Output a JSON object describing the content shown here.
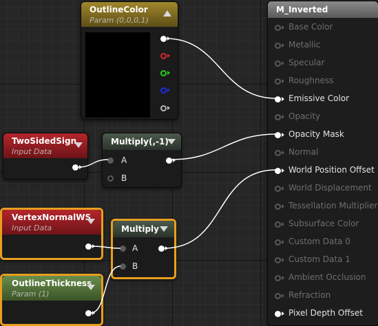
{
  "nodes": {
    "outline_color": {
      "title": "OutlineColor",
      "subtitle": "Param (0,0,0,1)"
    },
    "two_sided_sign": {
      "title": "TwoSidedSign",
      "subtitle": "Input Data"
    },
    "multiply_neg": {
      "title": "Multiply(,-1)",
      "pin_a": "A",
      "pin_b": "B"
    },
    "vertex_normal": {
      "title": "VertexNormalWS",
      "subtitle": "Input Data"
    },
    "multiply": {
      "title": "Multiply",
      "pin_a": "A",
      "pin_b": "B"
    },
    "outline_thickness": {
      "title": "OutlineThickness",
      "subtitle": "Param (1)"
    }
  },
  "material": {
    "title": "M_Inverted",
    "inputs": [
      {
        "label": "Base Color",
        "active": false
      },
      {
        "label": "Metallic",
        "active": false
      },
      {
        "label": "Specular",
        "active": false
      },
      {
        "label": "Roughness",
        "active": false
      },
      {
        "label": "Emissive Color",
        "active": true
      },
      {
        "label": "Opacity",
        "active": false
      },
      {
        "label": "Opacity Mask",
        "active": true
      },
      {
        "label": "Normal",
        "active": false
      },
      {
        "label": "World Position Offset",
        "active": true
      },
      {
        "label": "World Displacement",
        "active": false
      },
      {
        "label": "Tessellation Multiplier",
        "active": false
      },
      {
        "label": "Subsurface Color",
        "active": false
      },
      {
        "label": "Custom Data 0",
        "active": false
      },
      {
        "label": "Custom Data 1",
        "active": false
      },
      {
        "label": "Ambient Occlusion",
        "active": false
      },
      {
        "label": "Refraction",
        "active": false
      },
      {
        "label": "Pixel Depth Offset",
        "active": true
      }
    ]
  },
  "colors": {
    "selection": "#e89f1e",
    "pin_red": "#d8282c",
    "pin_green": "#2ad11a",
    "pin_blue": "#1e2ee6",
    "pin_alpha": "#b8b8b8"
  }
}
